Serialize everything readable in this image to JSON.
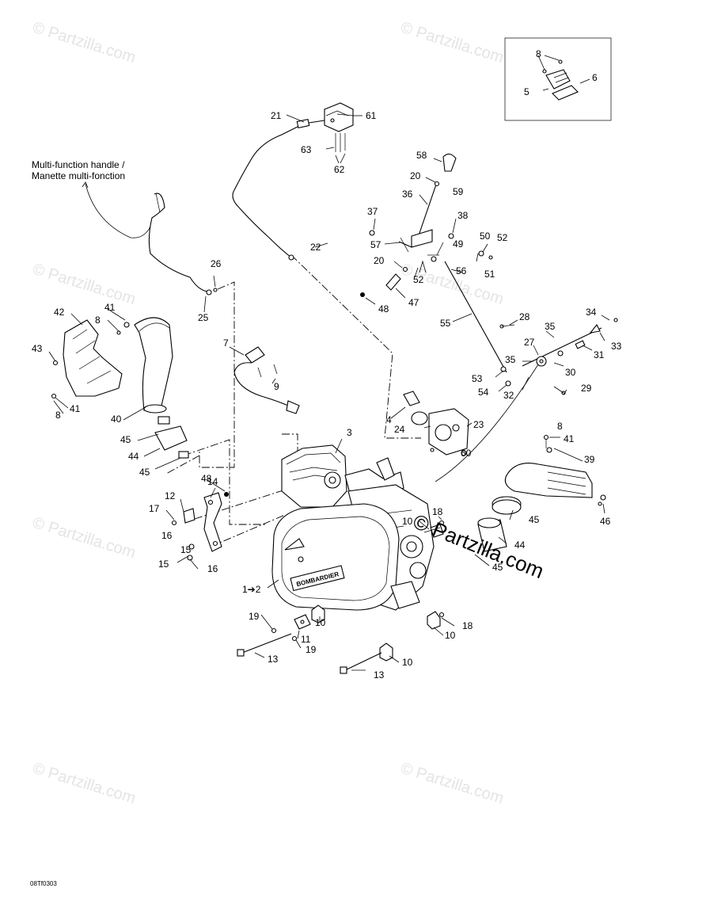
{
  "watermark": {
    "text": "© Partzilla.com",
    "center_text": "© Partzilla.com"
  },
  "handle_note": {
    "line1": "Multi-function handle /",
    "line2": "Manette multi-fonction"
  },
  "figure_code": "08Tf0303",
  "engine_brand": "BOMBARDIER",
  "callouts": {
    "c1": "1➔2",
    "c3": "3",
    "c4": "4",
    "c7": "7",
    "c9": "9",
    "c10a": "10",
    "c10b": "10",
    "c10c": "10",
    "c10d": "10",
    "c11": "11",
    "c12": "12",
    "c13a": "13",
    "c13b": "13",
    "c14": "14",
    "c15a": "15",
    "c15b": "15",
    "c16a": "16",
    "c16b": "16",
    "c17": "17",
    "c18a": "18",
    "c18b": "18",
    "c19a": "19",
    "c19b": "19",
    "c20a": "20",
    "c20b": "20",
    "c21": "21",
    "c22": "22",
    "c23": "23",
    "c24": "24",
    "c25": "25",
    "c26": "26",
    "c27": "27",
    "c28": "28",
    "c29": "29",
    "c30": "30",
    "c31": "31",
    "c32": "32",
    "c33": "33",
    "c34": "34",
    "c35a": "35",
    "c35b": "35",
    "c36": "36",
    "c37": "37",
    "c38": "38",
    "c39": "39",
    "c40": "40",
    "c41a": "41",
    "c41b": "41",
    "c41c": "41",
    "c42": "42",
    "c43": "43",
    "c44a": "44",
    "c44b": "44",
    "c45a": "45",
    "c45b": "45",
    "c45c": "45",
    "c45d": "45",
    "c46": "46",
    "c47": "47",
    "c48a": "48",
    "c48b": "48",
    "c49": "49",
    "c50": "50",
    "c51": "51",
    "c52a": "52",
    "c52b": "52",
    "c53": "53",
    "c54": "54",
    "c55": "55",
    "c56": "56",
    "c57": "57",
    "c58": "58",
    "c59": "59",
    "c60": "60",
    "c61": "61",
    "c62": "62",
    "c63": "63",
    "c5": "5",
    "c6": "6",
    "c8a": "8",
    "c8b": "8",
    "c8c": "8",
    "c8d": "8"
  }
}
